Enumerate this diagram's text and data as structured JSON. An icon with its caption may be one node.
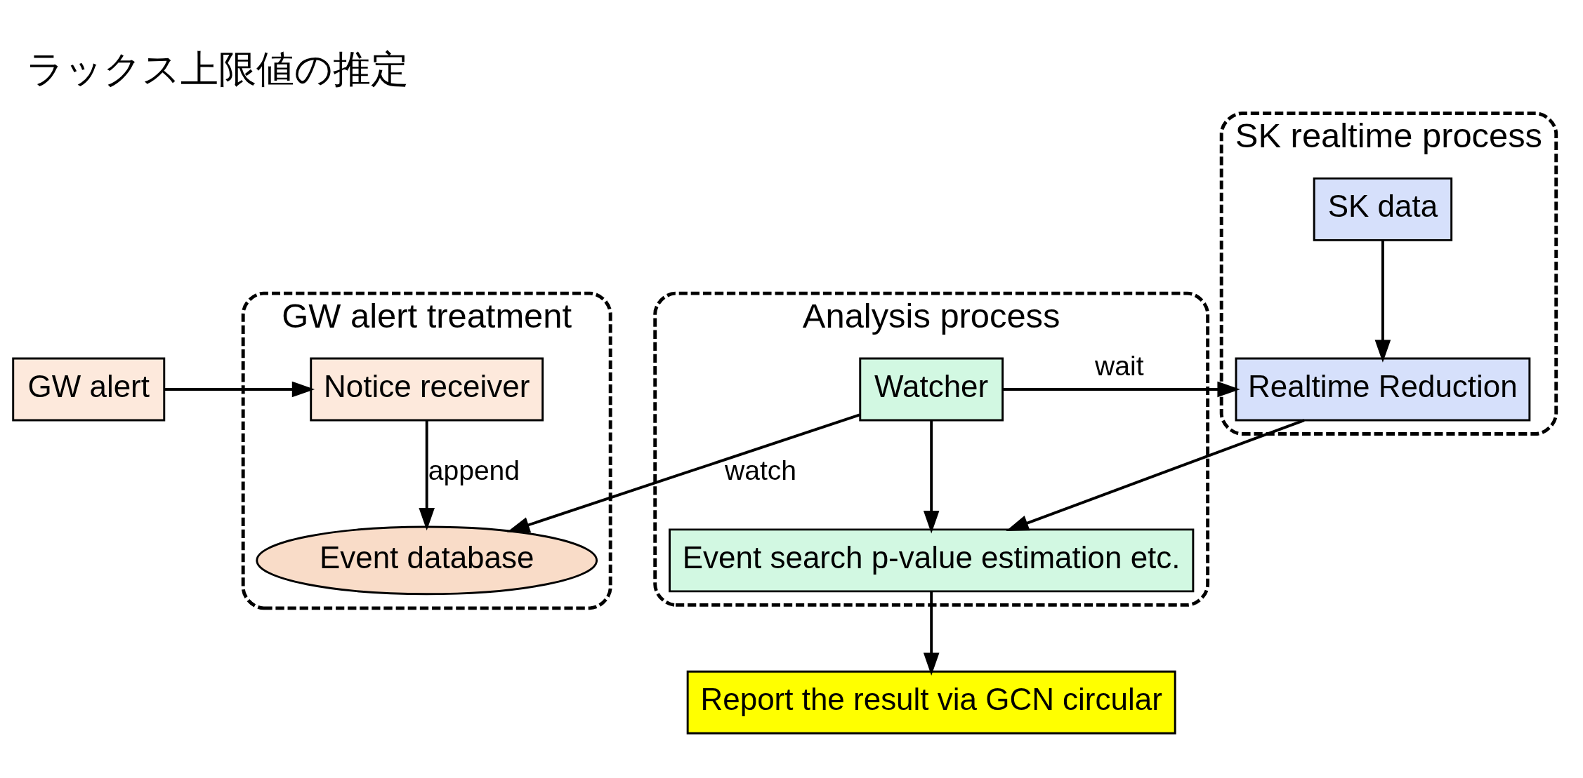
{
  "diagram": {
    "title": "ラックス上限値の推定",
    "nodes": [
      {
        "text": [
          "GW alert"
        ]
      },
      {
        "text": [
          "GW alert treatment"
        ]
      },
      {
        "text": [
          "Notice receiver"
        ],
        "in": 1
      },
      {
        "text": [
          "Event database"
        ],
        "in": 1
      },
      {
        "text": [
          "Analysis process"
        ]
      },
      {
        "text": [
          "Watcher"
        ],
        "in": 4
      },
      {
        "text": [
          "Event search p-value estimation etc."
        ],
        "in": 4
      },
      {
        "text": [
          "SK realtime process"
        ]
      },
      {
        "text": [
          "SK data"
        ],
        "in": 7
      },
      {
        "text": [
          "Realtime Reduction"
        ],
        "in": 7
      },
      {
        "text": [
          "Report the result via GCN circular"
        ]
      }
    ],
    "edges": [
      {
        "from": 0,
        "to": 2,
        "arrow": "to"
      },
      {
        "from": 2,
        "to": 3,
        "arrow": "to",
        "label": "append"
      },
      {
        "from": 5,
        "to": 3,
        "arrow": "to",
        "label": "watch"
      },
      {
        "from": 5,
        "to": 9,
        "arrow": "to",
        "label": "wait"
      },
      {
        "from": 5,
        "to": 6,
        "arrow": "to"
      },
      {
        "from": 9,
        "to": 6,
        "arrow": "to"
      },
      {
        "from": 8,
        "to": 9,
        "arrow": "to"
      },
      {
        "from": 6,
        "to": 10,
        "arrow": "to"
      }
    ]
  }
}
